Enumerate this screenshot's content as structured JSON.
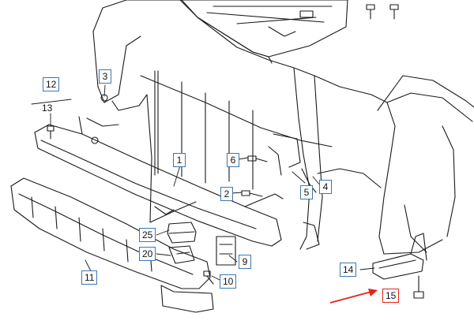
{
  "callouts": {
    "c1": "1",
    "c2": "2",
    "c3": "3",
    "c4": "4",
    "c5": "5",
    "c6": "6",
    "c9": "9",
    "c10": "10",
    "c11": "11",
    "c12": "12",
    "c13": "13",
    "c14": "14",
    "c15": "15",
    "c20": "20",
    "c25": "25"
  },
  "colors": {
    "callout_border": "#3a78b5",
    "highlight_border": "#e3241b",
    "arrow": "#e3241b",
    "line_art": "#1a1a1a"
  }
}
